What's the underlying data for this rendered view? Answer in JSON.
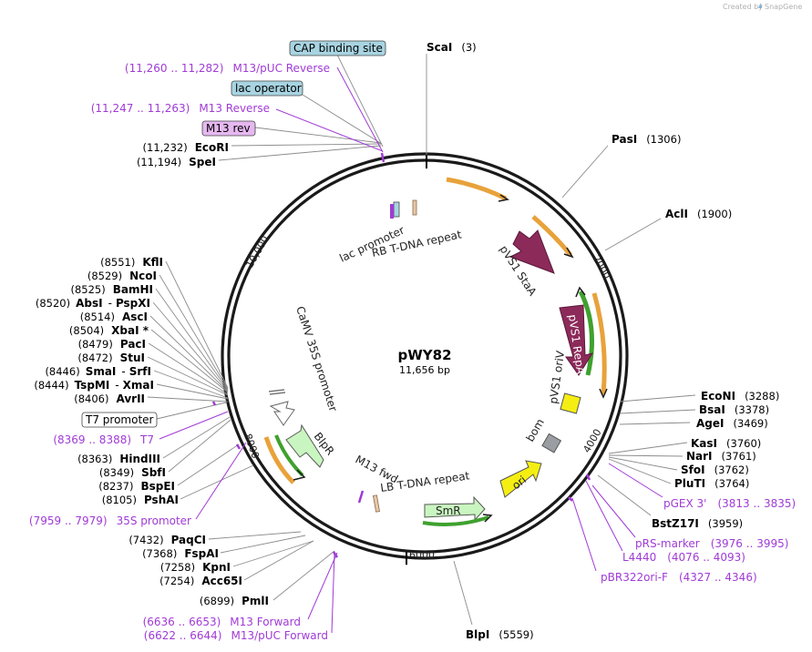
{
  "credit": {
    "text": "Created by",
    "brand": "SnapGene"
  },
  "plasmid": {
    "name": "pWY82",
    "size": "11,656 bp"
  },
  "ticks": [
    "2000",
    "4000",
    "6000",
    "8000",
    "10,000"
  ],
  "sites": [
    {
      "name": "ScaI",
      "pos": "(3)"
    },
    {
      "name": "PasI",
      "pos": "(1306)"
    },
    {
      "name": "AclI",
      "pos": "(1900)"
    },
    {
      "name": "EcoNI",
      "pos": "(3288)"
    },
    {
      "name": "BsaI",
      "pos": "(3378)"
    },
    {
      "name": "AgeI",
      "pos": "(3469)"
    },
    {
      "name": "KasI",
      "pos": "(3760)"
    },
    {
      "name": "NarI",
      "pos": "(3761)"
    },
    {
      "name": "SfoI",
      "pos": "(3762)"
    },
    {
      "name": "PluTI",
      "pos": "(3764)"
    },
    {
      "name": "BstZ17I",
      "pos": "(3959)"
    },
    {
      "name": "BlpI",
      "pos": "(5559)"
    },
    {
      "name": "PmlI",
      "pos": "(6899)"
    },
    {
      "name": "Acc65I",
      "pos": "(7254)"
    },
    {
      "name": "KpnI",
      "pos": "(7258)"
    },
    {
      "name": "FspAI",
      "pos": "(7368)"
    },
    {
      "name": "PaqCI",
      "pos": "(7432)"
    },
    {
      "name": "PshAI",
      "pos": "(8105)"
    },
    {
      "name": "BspEI",
      "pos": "(8237)"
    },
    {
      "name": "SbfI",
      "pos": "(8349)"
    },
    {
      "name": "HindIII",
      "pos": "(8363)"
    },
    {
      "name": "AvrII",
      "pos": "(8406)"
    },
    {
      "name": "TspMI",
      "pos": "(8444)"
    },
    {
      "name": "XmaI",
      "pos": ""
    },
    {
      "name": "SmaI",
      "pos": "(8446)"
    },
    {
      "name": "SrfI",
      "pos": ""
    },
    {
      "name": "StuI",
      "pos": "(8472)"
    },
    {
      "name": "PacI",
      "pos": "(8479)"
    },
    {
      "name": "XbaI *",
      "pos": "(8504)"
    },
    {
      "name": "AscI",
      "pos": "(8514)"
    },
    {
      "name": "AbsI",
      "pos": "(8520)"
    },
    {
      "name": "PspXI",
      "pos": ""
    },
    {
      "name": "BamHI",
      "pos": "(8525)"
    },
    {
      "name": "NcoI",
      "pos": "(8529)"
    },
    {
      "name": "KflI",
      "pos": "(8551)"
    },
    {
      "name": "SpeI",
      "pos": "(11,194)"
    },
    {
      "name": "EcoRI",
      "pos": "(11,232)"
    }
  ],
  "primers": [
    {
      "name": "M13/pUC Reverse",
      "range": "(11,260 .. 11,282)"
    },
    {
      "name": "M13 Reverse",
      "range": "(11,247 .. 11,263)"
    },
    {
      "name": "T7",
      "range": "(8369 .. 8388)"
    },
    {
      "name": "35S promoter",
      "range": "(7959 .. 7979)"
    },
    {
      "name": "M13 Forward",
      "range": "(6636 .. 6653)"
    },
    {
      "name": "M13/pUC Forward",
      "range": "(6622 .. 6644)"
    },
    {
      "name": "pGEX 3'",
      "range": "(3813 .. 3835)"
    },
    {
      "name": "pRS-marker",
      "range": "(3976 .. 3995)"
    },
    {
      "name": "L4440",
      "range": "(4076 .. 4093)"
    },
    {
      "name": "pBR322ori-F",
      "range": "(4327 .. 4346)"
    }
  ],
  "boxes": {
    "cap": "CAP binding site",
    "lacop": "lac operator",
    "m13rev": "M13 rev",
    "t7prom": "T7 promoter"
  },
  "features": {
    "lacprom": "lac promoter",
    "rbtdna": "RB T-DNA repeat",
    "stab": "pVS1 StaA",
    "repa": "pVS1 RepA",
    "oriv": "pVS1 oriV",
    "bom": "bom",
    "ori": "ori",
    "smr": "SmR",
    "lbtdna": "LB T-DNA repeat",
    "m13fwd": "M13 fwd",
    "blpr": "BlpR",
    "camv": "CaMV 35S promoter"
  },
  "colors": {
    "backbone": "#1a1a1a",
    "primer": "#a03bd6",
    "orange_arrow": "#e8a23a",
    "green_arrow": "#3fa12e",
    "maroon": "#8c2a5a",
    "yellow": "#f5ee12",
    "pale_green": "#c9f5c0",
    "gray": "#9a9ea3",
    "blue_box": "#a8d4e2",
    "purple_box": "#e6b8f0"
  }
}
